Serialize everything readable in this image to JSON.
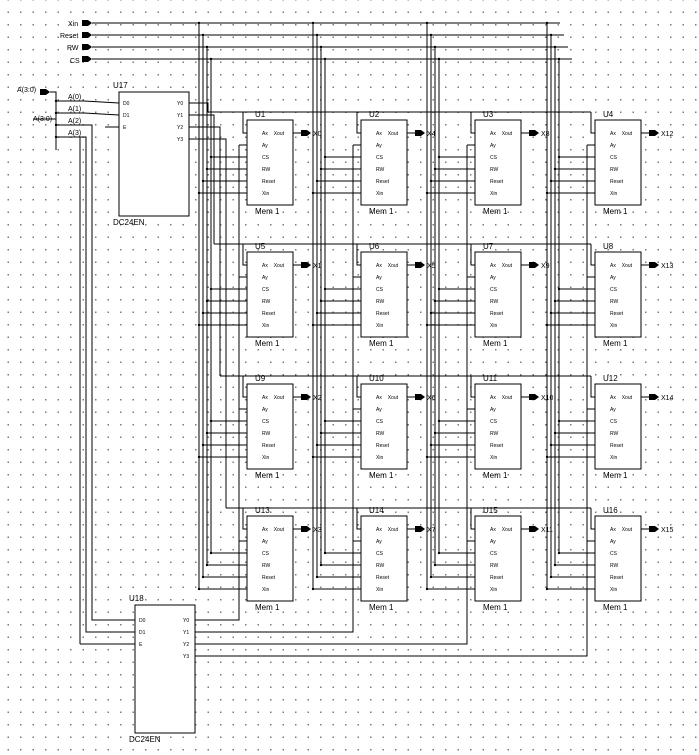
{
  "ports": {
    "xin": "Xin",
    "reset": "Reset",
    "rw": "RW",
    "cs": "CS",
    "bus": "A(3:0)"
  },
  "bus_taps": [
    "A(0)",
    "A(1)",
    "A(2)",
    "A(3)"
  ],
  "bus_label_2": "A(3:0)",
  "decoders": [
    {
      "name": "U17",
      "type": "DC24EN",
      "inputs": [
        "D0",
        "D1",
        "E"
      ],
      "outputs": [
        "Y0",
        "Y1",
        "Y2",
        "Y3"
      ]
    },
    {
      "name": "U18",
      "type": "DC24EN",
      "inputs": [
        "D0",
        "D1",
        "E"
      ],
      "outputs": [
        "Y0",
        "Y1",
        "Y2",
        "Y3"
      ]
    }
  ],
  "memory_type": "Mem 1",
  "memory_pins": [
    "Ax",
    "Ay",
    "CS",
    "RW",
    "Reset",
    "Xin"
  ],
  "memory_out_pin": "Xout",
  "memory_cells": [
    {
      "name": "U1",
      "out": "X0"
    },
    {
      "name": "U2",
      "out": "X4"
    },
    {
      "name": "U3",
      "out": "X8"
    },
    {
      "name": "U4",
      "out": "X12"
    },
    {
      "name": "U5",
      "out": "X1"
    },
    {
      "name": "U6",
      "out": "X5"
    },
    {
      "name": "U7",
      "out": "X9"
    },
    {
      "name": "U8",
      "out": "X13"
    },
    {
      "name": "U9",
      "out": "X2"
    },
    {
      "name": "U10",
      "out": "X6"
    },
    {
      "name": "U11",
      "out": "X10"
    },
    {
      "name": "U12",
      "out": "X14"
    },
    {
      "name": "U13",
      "out": "X3"
    },
    {
      "name": "U14",
      "out": "X7"
    },
    {
      "name": "U15",
      "out": "X11"
    },
    {
      "name": "U16",
      "out": "X15"
    }
  ]
}
